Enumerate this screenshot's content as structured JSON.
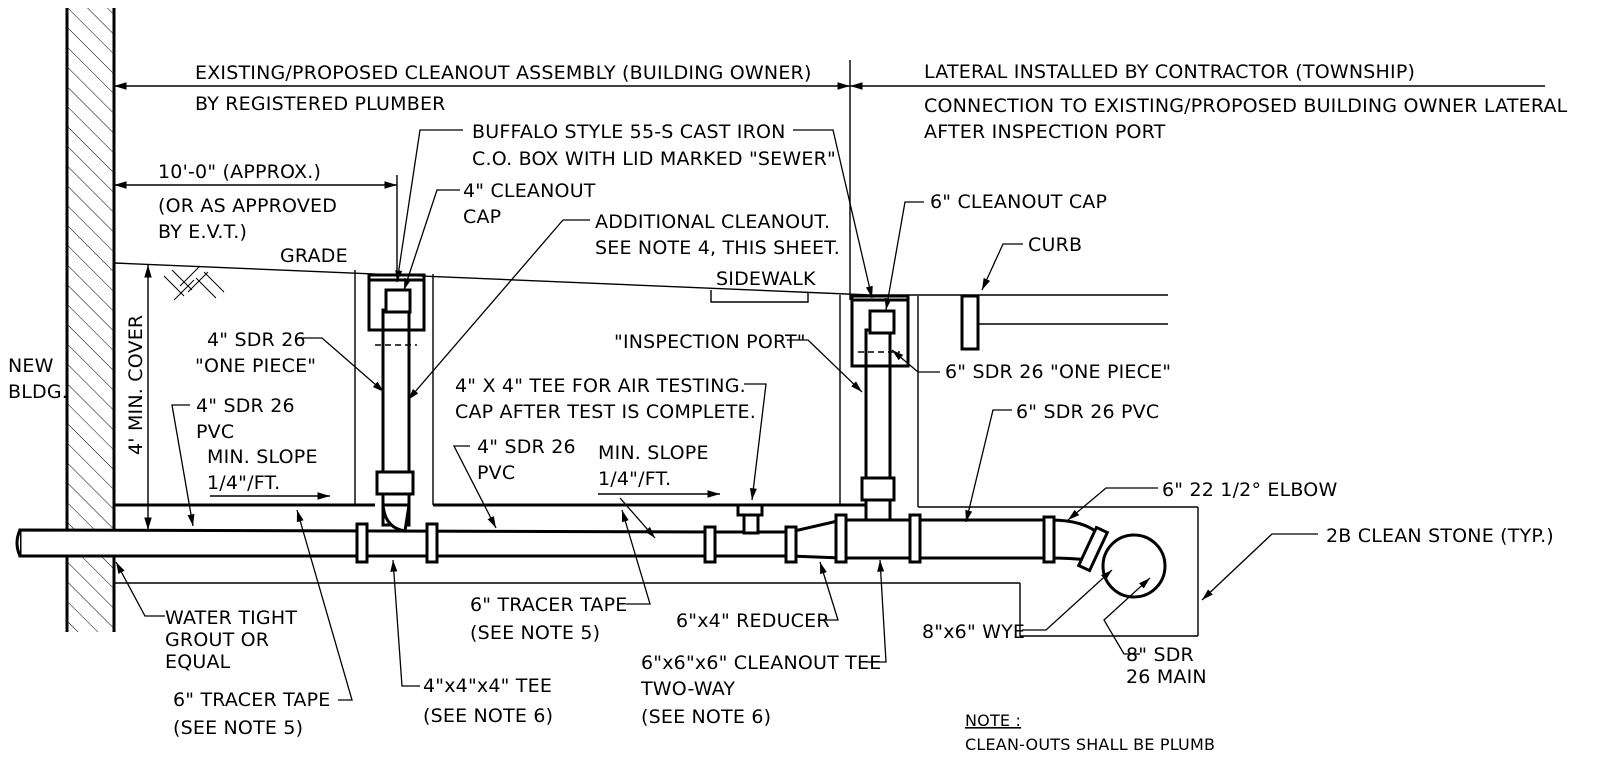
{
  "labels": {
    "existing_assembly": "EXISTING/PROPOSED CLEANOUT ASSEMBLY (BUILDING OWNER)",
    "by_plumber": "BY REGISTERED PLUMBER",
    "lateral_installed": "LATERAL INSTALLED BY CONTRACTOR (TOWNSHIP)",
    "connection_line1": "CONNECTION TO EXISTING/PROPOSED BUILDING OWNER LATERAL",
    "connection_line2": "AFTER INSPECTION PORT",
    "buffalo_line1": "BUFFALO STYLE 55-S CAST IRON",
    "buffalo_line2": "C.O. BOX WITH LID MARKED \"SEWER\"",
    "dim_10ft": "10'-0\" (APPROX.)",
    "approved_line1": "(OR AS APPROVED",
    "approved_line2": "BY E.V.T.)",
    "cap4_line1": "4\" CLEANOUT",
    "cap4_line2": "CAP",
    "additional_line1": "ADDITIONAL CLEANOUT.",
    "additional_line2": "SEE NOTE 4, THIS SHEET.",
    "cap6": "6\" CLEANOUT CAP",
    "curb": "CURB",
    "grade": "GRADE",
    "sidewalk": "SIDEWALK",
    "new_bldg_line1": "NEW",
    "new_bldg_line2": "BLDG.",
    "min_cover": "4' MIN. COVER",
    "sdr4_one_line1": "4\" SDR 26",
    "sdr4_one_line2": "\"ONE PIECE\"",
    "sdr4_pvc_line1": "4\" SDR 26",
    "sdr4_pvc_line2": "PVC",
    "slope_line1": "MIN. SLOPE",
    "slope_line2": "1/4\"/FT.",
    "inspection_port": "\"INSPECTION PORT\"",
    "tee_air_line1": "4\" X 4\" TEE FOR AIR TESTING.",
    "tee_air_line2": "CAP AFTER TEST IS COMPLETE.",
    "sdr4_pvc2_line1": "4\" SDR 26",
    "sdr4_pvc2_line2": "PVC",
    "slope2_line1": "MIN. SLOPE",
    "slope2_line2": "1/4\"/FT.",
    "sdr6_one": "6\" SDR 26 \"ONE PIECE\"",
    "sdr6_pvc": "6\" SDR 26 PVC",
    "elbow": "6\" 22 1/2° ELBOW",
    "clean_stone": "2B CLEAN STONE (TYP.)",
    "grout_line1": "WATER TIGHT",
    "grout_line2": "GROUT OR",
    "grout_line3": "EQUAL",
    "tracer6_left_line1": "6\" TRACER TAPE",
    "tracer6_left_line2": "(SEE NOTE 5)",
    "tee444_line1": "4\"x4\"x4\" TEE",
    "tee444_line2": "(SEE NOTE 6)",
    "tracer6_mid_line1": "6\" TRACER TAPE",
    "tracer6_mid_line2": "(SEE NOTE 5)",
    "reducer": "6\"x4\" REDUCER",
    "cotee_line1": "6\"x6\"x6\" CLEANOUT TEE",
    "cotee_line2": "TWO-WAY",
    "cotee_line3": "(SEE NOTE 6)",
    "wye": "8\"x6\" WYE",
    "main_line1": "8\" SDR",
    "main_line2": "26 MAIN",
    "note_title": "NOTE :",
    "note_text": "CLEAN-OUTS SHALL BE PLUMB"
  }
}
